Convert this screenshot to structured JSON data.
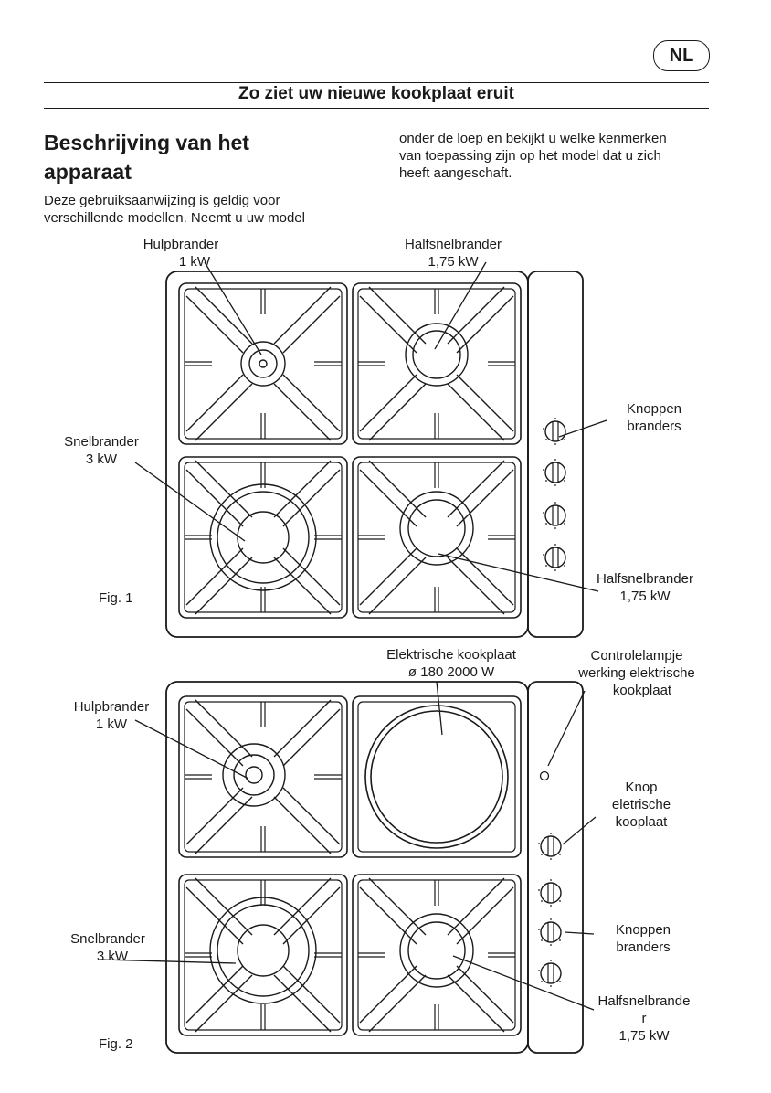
{
  "header": {
    "language_badge": "NL",
    "section_title": "Zo ziet uw nieuwe kookplaat eruit"
  },
  "intro": {
    "heading_line1": "Beschrijving van het",
    "heading_line2": "apparaat",
    "left_line1": "Deze gebruiksaanwijzing is geldig voor",
    "left_line2": "verschillende modellen. Neemt u uw model",
    "right_line1": "onder de loep en bekijkt u welke kenmerken",
    "right_line2": "van toepassing zijn op het model dat u zich",
    "right_line3": "heeft aangeschaft."
  },
  "figure1": {
    "caption": "Fig. 1",
    "hulpbrander_name": "Hulpbrander",
    "hulpbrander_power": "1 kW",
    "halfsnel_top_name": "Halfsnelbrander",
    "halfsnel_top_power": "1,75 kW",
    "snelbrander_name": "Snelbrander",
    "snelbrander_power": "3 kW",
    "knoppen_line1": "Knoppen",
    "knoppen_line2": "branders",
    "halfsnel_bottom_name": "Halfsnelbrander",
    "halfsnel_bottom_power": "1,75 kW"
  },
  "figure2": {
    "caption": "Fig. 2",
    "elektrische_name": "Elektrische kookplaat",
    "elektrische_spec": "ø 180 2000 W",
    "controle_line1": "Controlelampje",
    "controle_line2": "werking elektrische",
    "controle_line3": "kookplaat",
    "hulpbrander_name": "Hulpbrander",
    "hulpbrander_power": "1 kW",
    "knop_line1": "Knop",
    "knop_line2": "eletrische",
    "knop_line3": "kooplaat",
    "snelbrander_name": "Snelbrander",
    "snelbrander_power": "3 kW",
    "knoppen_line1": "Knoppen",
    "knoppen_line2": "branders",
    "halfsnel_line1": "Halfsnelbrande",
    "halfsnel_line2": "r",
    "halfsnel_power": "1,75 kW"
  }
}
